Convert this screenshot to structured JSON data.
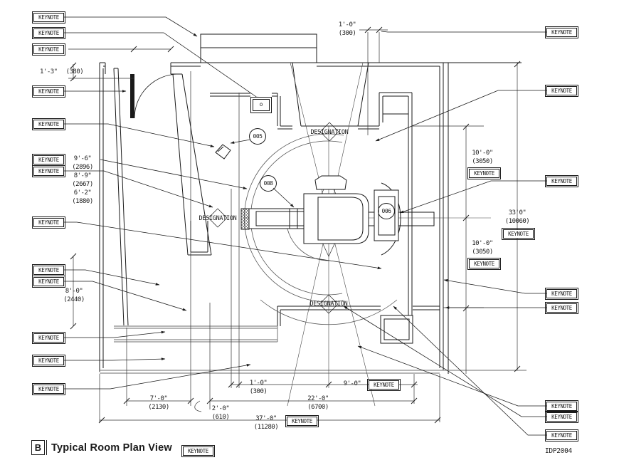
{
  "title_block": {
    "view_letter": "B",
    "view_title": "Typical Room Plan View",
    "sheet_code": "IDP2004"
  },
  "keynote_label": "KEYNOTE",
  "designation_label": "DESIGNATION",
  "markers": [
    {
      "id": "005"
    },
    {
      "id": "008"
    },
    {
      "id": "006"
    }
  ],
  "equipment": {
    "console_label": "o"
  },
  "dimensions": {
    "door_wall": {
      "ft": "1'-3\"",
      "mm": "(380)"
    },
    "top_offset": {
      "ft": "1'-0\"",
      "mm": "(300)"
    },
    "left_radii": [
      {
        "ft": "9'-6\"",
        "mm": "(2896)"
      },
      {
        "ft": "8'-9\"",
        "mm": "(2667)"
      },
      {
        "ft": "6'-2\"",
        "mm": "(1880)"
      }
    ],
    "left_height": {
      "ft": "8'-0\"",
      "mm": "(2440)"
    },
    "right_upper": {
      "ft": "10'-0\"",
      "mm": "(3050)"
    },
    "right_overall": {
      "ft": "33'0\"",
      "mm": "(10060)"
    },
    "right_lower": {
      "ft": "10'-0\"",
      "mm": "(3050)"
    },
    "bottom_offset": {
      "ft": "1'-0\"",
      "mm": "(300)"
    },
    "bottom_right_span": {
      "ft": "9'-0\""
    },
    "bottom_left_span": {
      "ft": "7'-0\"",
      "mm": "(2130)"
    },
    "bottom_center_span": {
      "ft": "22'-0\"",
      "mm": "(6700)"
    },
    "door_offset": {
      "ft": "2'-0\"",
      "mm": "(610)"
    },
    "bottom_overall": {
      "ft": "37'-0\"",
      "mm": "(11280)"
    }
  }
}
